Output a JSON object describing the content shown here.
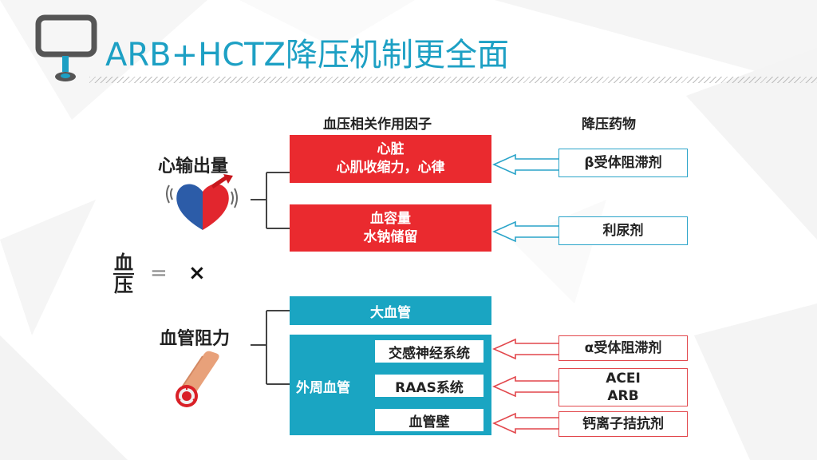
{
  "title": "ARB+HCTZ降压机制更全面",
  "headers": {
    "factors": "血压相关作用因子",
    "drugs": "降压药物"
  },
  "formula": {
    "bp_top": "血",
    "bp_bottom": "压",
    "equals": "=",
    "times": "×"
  },
  "left_labels": {
    "cardiac_output": "心输出量",
    "vascular_resistance": "血管阻力"
  },
  "factors": {
    "heart": {
      "line1": "心脏",
      "line2": "心肌收缩力，心律"
    },
    "volume": {
      "line1": "血容量",
      "line2": "水钠储留"
    },
    "large_vessel": "大血管",
    "peripheral": "外周血管",
    "sympathetic": "交感神经系统",
    "raas": "RAAS系统",
    "vessel_wall": "血管壁"
  },
  "drugs": {
    "beta_blocker": "β受体阻滞剂",
    "diuretic": "利尿剂",
    "alpha_blocker": "α受体阻滞剂",
    "acei": "ACEI",
    "arb": "ARB",
    "ccb": "钙离子拮抗剂"
  },
  "colors": {
    "accent": "#1da0c4",
    "red": "#ea2a2f",
    "teal": "#1aa5c2",
    "blue_arrow": "#2aa4c9",
    "red_arrow": "#e2474c"
  },
  "icons": [
    "monitor-icon",
    "heart-icon",
    "blood-vessel-icon"
  ]
}
